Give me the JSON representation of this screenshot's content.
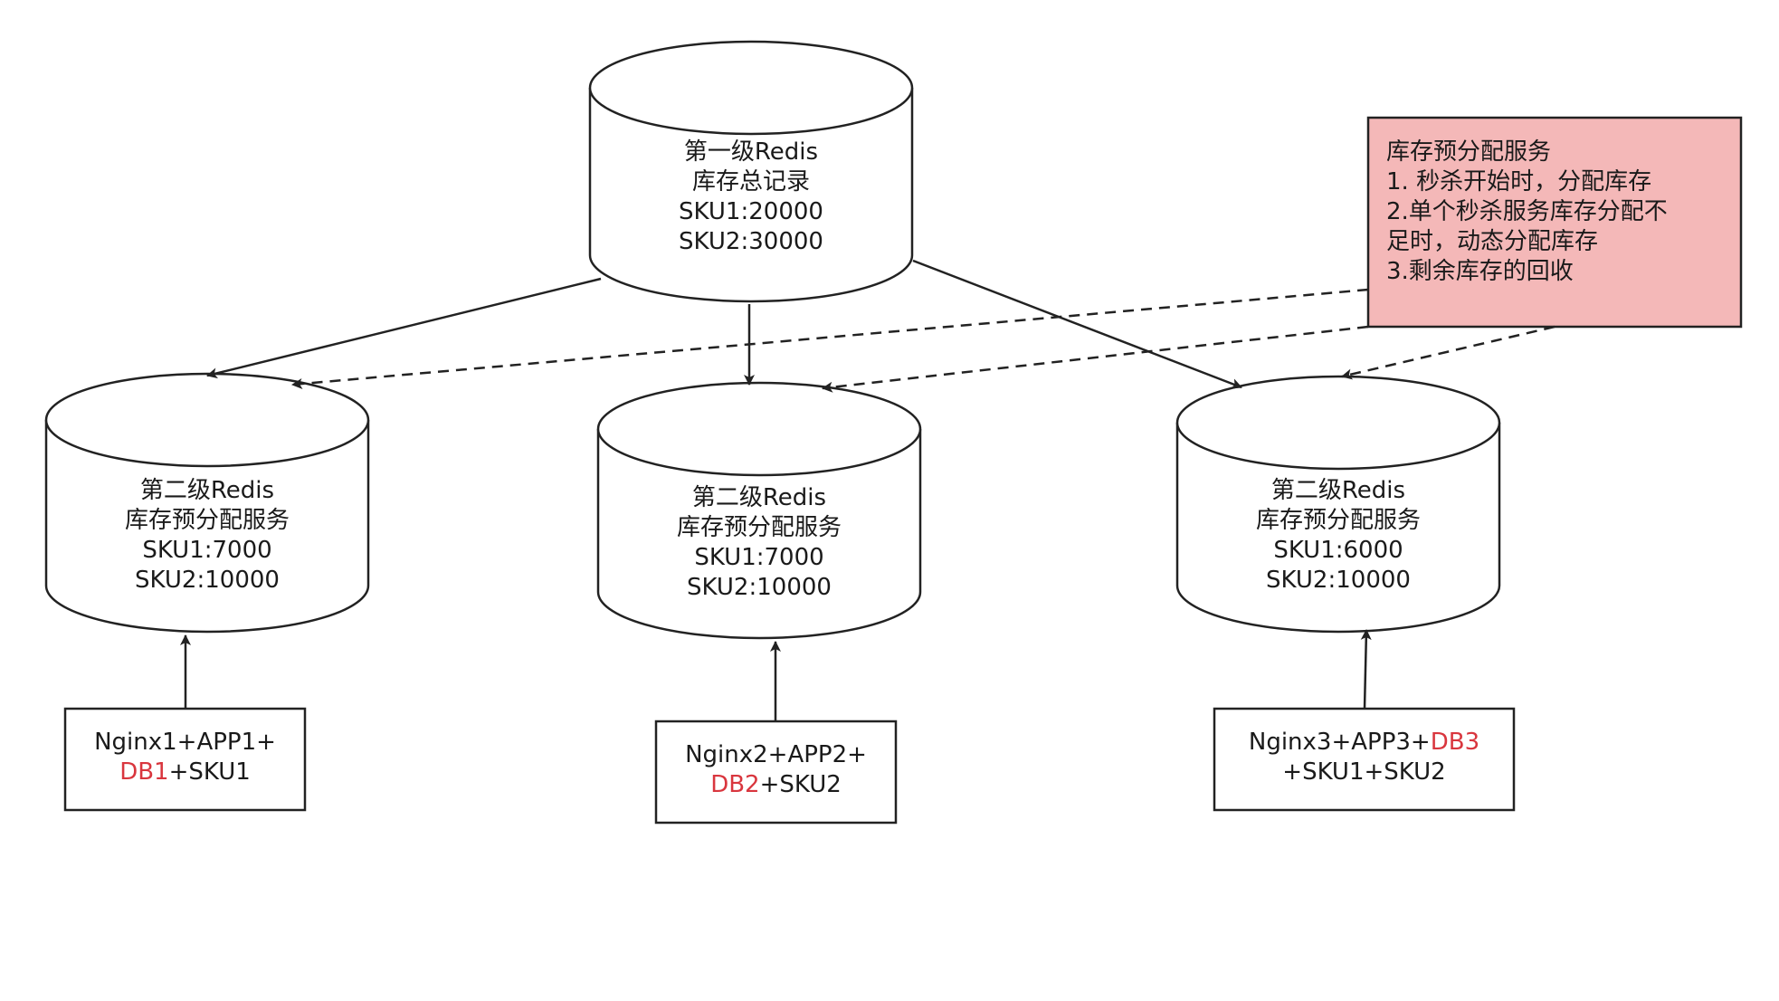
{
  "colors": {
    "stroke": "#222222",
    "note_fill": "#f4b8b8",
    "highlight_text": "#d9363e"
  },
  "top_redis": {
    "lines": [
      "第一级Redis",
      "库存总记录",
      "SKU1:20000",
      "SKU2:30000"
    ]
  },
  "second_redis": [
    {
      "lines": [
        "第二级Redis",
        "库存预分配服务",
        "SKU1:7000",
        "SKU2:10000"
      ]
    },
    {
      "lines": [
        "第二级Redis",
        "库存预分配服务",
        "SKU1:7000",
        "SKU2:10000"
      ]
    },
    {
      "lines": [
        "第二级Redis",
        "库存预分配服务",
        "SKU1:6000",
        "SKU2:10000"
      ]
    }
  ],
  "app_boxes": [
    {
      "line1": "Nginx1+APP1+",
      "db": "DB1",
      "line2_rest": "+SKU1"
    },
    {
      "line1": "Nginx2+APP2+",
      "db": "DB2",
      "line2_rest": "+SKU2"
    },
    {
      "line1_prefix": "Nginx3+APP3+",
      "db": "DB3",
      "line2": "+SKU1+SKU2"
    }
  ],
  "note": {
    "lines": [
      "库存预分配服务",
      "1. 秒杀开始时，分配库存",
      "2.单个秒杀服务库存分配不",
      "足时，动态分配库存",
      "3.剩余库存的回收"
    ]
  }
}
